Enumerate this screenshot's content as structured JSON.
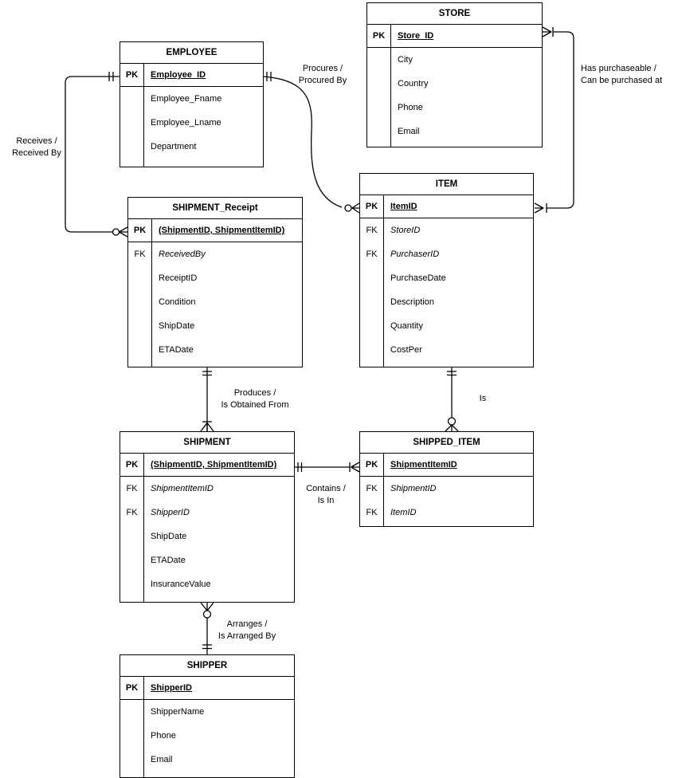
{
  "entities": {
    "employee": {
      "title": "EMPLOYEE",
      "pk": {
        "key": "PK",
        "attr": "Employee_ID"
      },
      "rows": [
        {
          "key": "",
          "attr": "Employee_Fname"
        },
        {
          "key": "",
          "attr": "Employee_Lname"
        },
        {
          "key": "",
          "attr": "Department"
        }
      ]
    },
    "store": {
      "title": "STORE",
      "pk": {
        "key": "PK",
        "attr": "Store_ID"
      },
      "rows": [
        {
          "key": "",
          "attr": "City"
        },
        {
          "key": "",
          "attr": "Country"
        },
        {
          "key": "",
          "attr": "Phone"
        },
        {
          "key": "",
          "attr": "Email"
        }
      ]
    },
    "shipment_receipt": {
      "title": "SHIPMENT_Receipt",
      "pk": {
        "key": "PK",
        "attr": "(ShipmentID, ShipmentItemID)"
      },
      "rows": [
        {
          "key": "FK",
          "attr": "ReceivedBy"
        },
        {
          "key": "",
          "attr": "ReceiptID"
        },
        {
          "key": "",
          "attr": "Condition"
        },
        {
          "key": "",
          "attr": "ShipDate"
        },
        {
          "key": "",
          "attr": "ETADate"
        }
      ]
    },
    "item": {
      "title": "ITEM",
      "pk": {
        "key": "PK",
        "attr": "ItemID"
      },
      "rows": [
        {
          "key": "FK",
          "attr": "StoreID"
        },
        {
          "key": "FK",
          "attr": "PurchaserID"
        },
        {
          "key": "",
          "attr": "PurchaseDate"
        },
        {
          "key": "",
          "attr": "Description"
        },
        {
          "key": "",
          "attr": "Quantity"
        },
        {
          "key": "",
          "attr": "CostPer"
        }
      ]
    },
    "shipment": {
      "title": "SHIPMENT",
      "pk": {
        "key": "PK",
        "attr": "(ShipmentID, ShipmentItemID)"
      },
      "rows": [
        {
          "key": "FK",
          "attr": "ShipmentItemID"
        },
        {
          "key": "FK",
          "attr": "ShipperID"
        },
        {
          "key": "",
          "attr": "ShipDate"
        },
        {
          "key": "",
          "attr": "ETADate"
        },
        {
          "key": "",
          "attr": "InsuranceValue"
        }
      ]
    },
    "shipped_item": {
      "title": "SHIPPED_ITEM",
      "pk": {
        "key": "PK",
        "attr": "ShipmentItemID"
      },
      "rows": [
        {
          "key": "FK",
          "attr": "ShipmentID"
        },
        {
          "key": "FK",
          "attr": "ItemID"
        }
      ]
    },
    "shipper": {
      "title": "SHIPPER",
      "pk": {
        "key": "PK",
        "attr": "ShipperID"
      },
      "rows": [
        {
          "key": "",
          "attr": "ShipperName"
        },
        {
          "key": "",
          "attr": "Phone"
        },
        {
          "key": "",
          "attr": "Email"
        }
      ]
    }
  },
  "relationships": {
    "receives": {
      "line1": "Receives /",
      "line2": "Received By",
      "from": "EMPLOYEE",
      "to": "SHIPMENT_Receipt",
      "from_cardinality": "one-and-only-one",
      "to_cardinality": "zero-or-many"
    },
    "procures": {
      "line1": "Procures /",
      "line2": "Procured By",
      "from": "EMPLOYEE",
      "to": "ITEM",
      "from_cardinality": "one-and-only-one",
      "to_cardinality": "zero-or-many"
    },
    "has_purchaseable": {
      "line1": "Has purchaseable  /",
      "line2": "Can be purchased at",
      "from": "STORE",
      "to": "ITEM",
      "from_cardinality": "one-or-many",
      "to_cardinality": "one-or-many"
    },
    "produces": {
      "line1": "Produces /",
      "line2": "Is Obtained From",
      "from": "SHIPMENT_Receipt",
      "to": "SHIPMENT",
      "from_cardinality": "one-and-only-one",
      "to_cardinality": "one-or-many"
    },
    "is": {
      "line1": "Is",
      "line2": "",
      "from": "ITEM",
      "to": "SHIPPED_ITEM",
      "from_cardinality": "one-and-only-one",
      "to_cardinality": "zero-or-many"
    },
    "contains": {
      "line1": "Contains /",
      "line2": "Is In",
      "from": "SHIPMENT",
      "to": "SHIPPED_ITEM",
      "from_cardinality": "one-and-only-one",
      "to_cardinality": "one-or-many"
    },
    "arranges": {
      "line1": "Arranges /",
      "line2": "Is Arranged By",
      "from": "SHIPMENT",
      "to": "SHIPPER",
      "from_cardinality": "zero-or-many",
      "to_cardinality": "one-and-only-one"
    }
  },
  "colors": {
    "line": "#000000",
    "background": "#ffffff"
  }
}
